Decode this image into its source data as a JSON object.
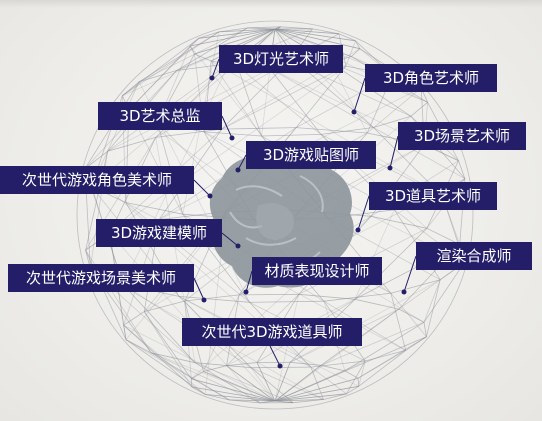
{
  "labels": {
    "lighting_artist": "3D灯光艺术师",
    "character_artist": "3D角色艺术师",
    "art_director": "3D艺术总监",
    "scene_artist": "3D场景艺术师",
    "texture_artist": "3D游戏贴图师",
    "nextgen_character_artist": "次世代游戏角色美术师",
    "prop_artist": "3D道具艺术师",
    "modeler": "3D游戏建模师",
    "compositor": "渲染合成师",
    "material_designer": "材质表现设计师",
    "nextgen_scene_artist": "次世代游戏场景美术师",
    "nextgen_prop_artist": "次世代3D游戏道具师"
  },
  "colors": {
    "tag_bg": "#241e68",
    "tag_text": "#ffffff",
    "mesh": "#8a8e98",
    "rock": "#8e979d"
  }
}
